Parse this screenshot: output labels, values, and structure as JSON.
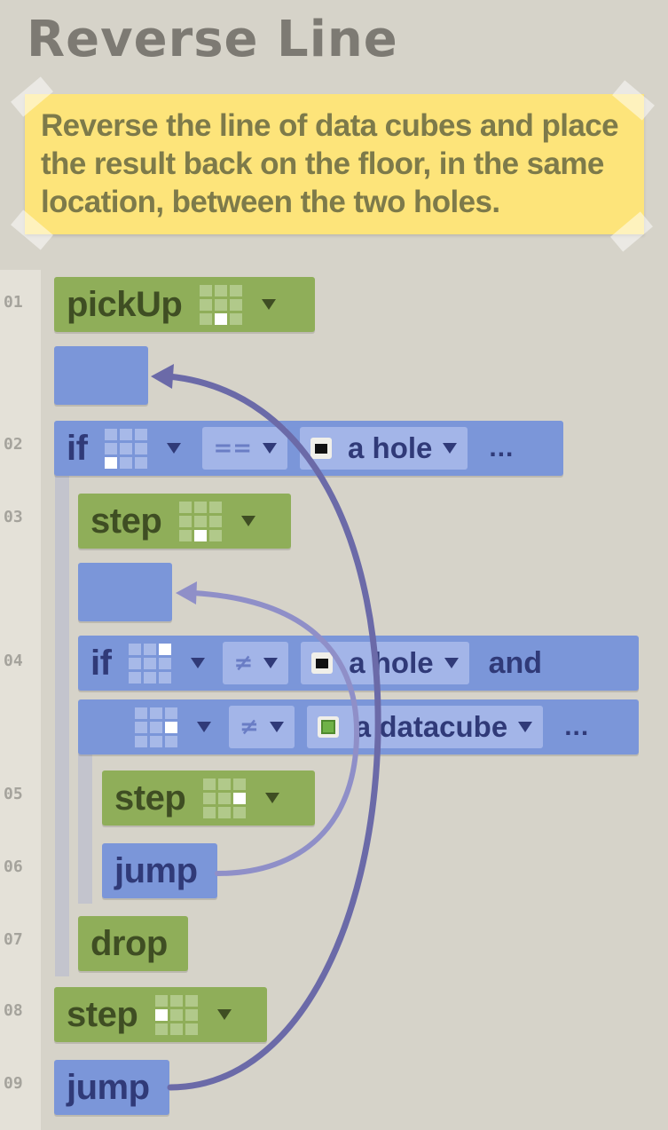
{
  "title": "Reverse Line",
  "note": {
    "lines": [
      "Reverse the line of data cubes and place",
      "the result back on the floor, in the same",
      "location, between the two holes."
    ]
  },
  "line_numbers": [
    "01",
    "02",
    "03",
    "04",
    "05",
    "06",
    "07",
    "08",
    "09"
  ],
  "program": {
    "l01": {
      "keyword": "pickUp",
      "direction_cell": 7
    },
    "l02": {
      "keyword": "if",
      "dir_cell": 6,
      "operator": "==",
      "value_icon": "hole-icon",
      "value_label": "a hole",
      "more": "..."
    },
    "l03": {
      "keyword": "step",
      "direction_cell": 7
    },
    "l04": {
      "keyword": "if",
      "row1": {
        "dir_cell": 2,
        "operator": "≠",
        "value_icon": "hole-icon",
        "value_label": "a hole",
        "joiner": "and"
      },
      "row2": {
        "dir_cell": 5,
        "operator": "≠",
        "value_icon": "datacube-icon",
        "value_label": "a datacube",
        "more": "..."
      }
    },
    "l05": {
      "keyword": "step",
      "direction_cell": 5
    },
    "l06": {
      "keyword": "jump"
    },
    "l07": {
      "keyword": "drop"
    },
    "l08": {
      "keyword": "step",
      "direction_cell": 3
    },
    "l09": {
      "keyword": "jump"
    }
  },
  "colors": {
    "background": "#d6d3c9",
    "note": "#fde47a",
    "green_block": "#8fae59",
    "blue_block": "#7b96d9",
    "arrow_outer": "#6b6aa8",
    "arrow_inner": "#8f8fc8"
  }
}
